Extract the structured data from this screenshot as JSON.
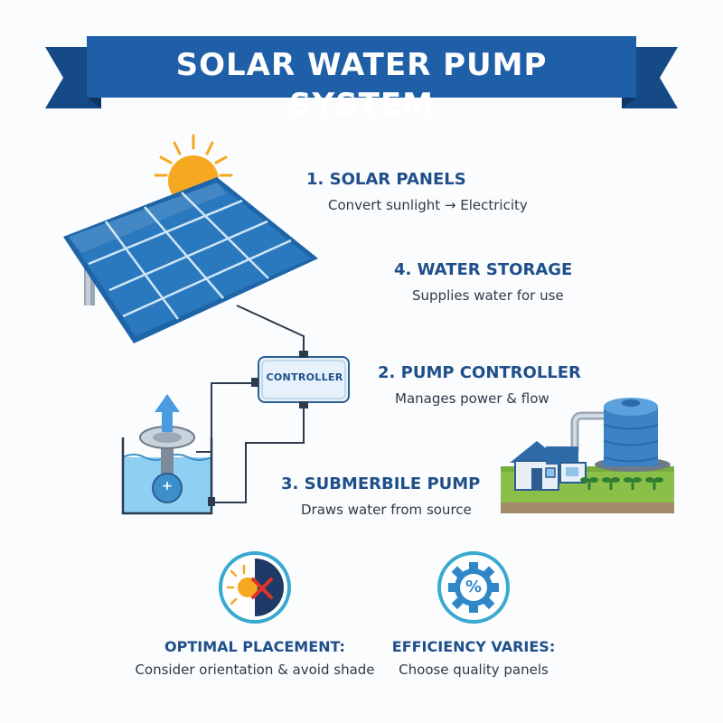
{
  "title": "SOLAR WATER PUMP SYSTEM",
  "controller_label": "CONTROLLER",
  "steps": [
    {
      "title": "1. SOLAR PANELS",
      "desc": "Convert sunlight → Electricity"
    },
    {
      "title": "4. WATER STORAGE",
      "desc": "Supplies water for use"
    },
    {
      "title": "2. PUMP CONTROLLER",
      "desc": "Manages power & flow"
    },
    {
      "title": "3. SUBMERBILE PUMP",
      "desc": "Draws water from source"
    }
  ],
  "tips": [
    {
      "title": "OPTIMAL PLACEMENT:",
      "desc": "Consider orientation & avoid shade",
      "icon": "sun-shade-icon"
    },
    {
      "title": "EFFICIENCY VARIES:",
      "desc": "Choose quality panels",
      "icon": "gear-percent-icon"
    }
  ],
  "pump_symbol": "+",
  "efficiency_symbol": "%",
  "colors": {
    "banner": "#1f5fa8",
    "accent": "#1f4f8a",
    "water": "#5db3e4",
    "grass": "#8ac04a",
    "sun": "#f6a821"
  }
}
